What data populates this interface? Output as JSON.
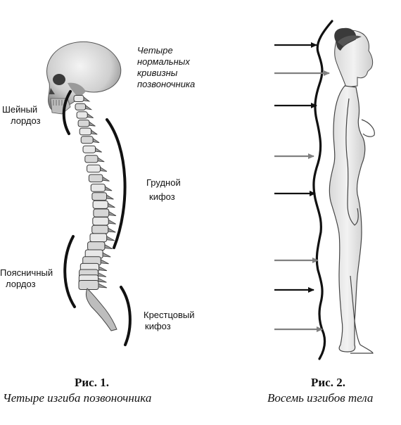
{
  "figure1": {
    "title": "Четыре нормальных кривизны позвоночника",
    "title_lines": [
      "Четыре",
      "нормальных",
      "кривизны",
      "позвоночника"
    ],
    "labels": {
      "cervical": [
        "Шейный",
        "лордоз"
      ],
      "thoracic": [
        "Грудной",
        "кифоз"
      ],
      "lumbar": [
        "Поясничный",
        "лордоз"
      ],
      "sacral": [
        "Крестцовый",
        "кифоз"
      ]
    },
    "caption_title": "Рис. 1.",
    "caption_sub": "Четыре изгиба позвоночника"
  },
  "figure2": {
    "arrows": [
      {
        "shade": "black"
      },
      {
        "shade": "gray"
      },
      {
        "shade": "black"
      },
      {
        "shade": "gray"
      },
      {
        "shade": "black"
      },
      {
        "shade": "gray"
      },
      {
        "shade": "black"
      },
      {
        "shade": "gray"
      }
    ],
    "caption_title": "Рис. 2.",
    "caption_sub": "Восемь изгибов тела"
  },
  "colors": {
    "ink": "#111111",
    "bone_light": "#e6e6e6",
    "bone_shade": "#8a8a8a",
    "skin": "#eeeeee",
    "arrow_gray": "#808080",
    "arrow_black": "#111111"
  }
}
